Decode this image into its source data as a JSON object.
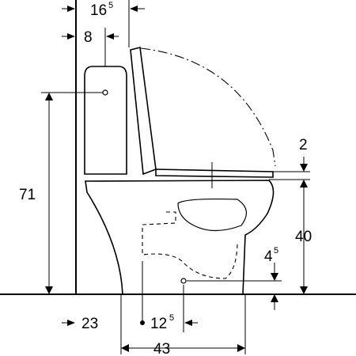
{
  "dimensions": {
    "top_width": {
      "base": "16",
      "sup": "5"
    },
    "tank_offset": {
      "base": "8"
    },
    "tank_height": {
      "base": "71"
    },
    "seat_gap": {
      "base": "2"
    },
    "seat_height": {
      "base": "40"
    },
    "outlet_height": {
      "base": "4",
      "sup": "5"
    },
    "wall_offset": {
      "base": "23"
    },
    "outlet_offset": {
      "base": "12",
      "sup": "5"
    },
    "depth": {
      "base": "43"
    }
  }
}
